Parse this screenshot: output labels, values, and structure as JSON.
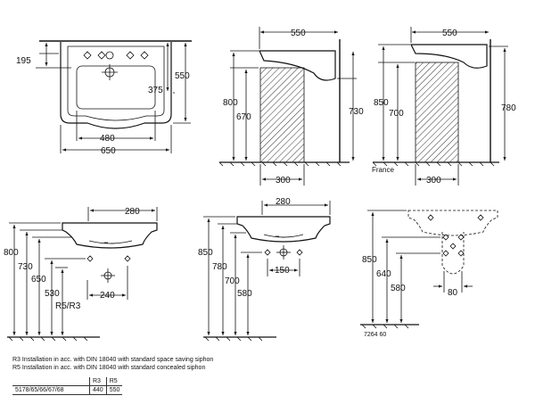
{
  "views": {
    "top": {
      "d_195": "195",
      "d_550": "550",
      "d_375": "375",
      "d_480": "480",
      "d_650": "650"
    },
    "side_a": {
      "d_550": "550",
      "d_800": "800",
      "d_670": "670",
      "d_730": "730",
      "d_300": "300"
    },
    "side_b": {
      "d_550": "550",
      "d_850": "850",
      "d_700": "700",
      "d_780": "780",
      "d_300": "300",
      "country": "France"
    },
    "front_a": {
      "d_280": "280",
      "d_800": "800",
      "d_730": "730",
      "d_650": "650",
      "d_530": "530",
      "d_240": "240",
      "r_label": "R5/R3"
    },
    "front_b": {
      "d_280": "280",
      "d_850": "850",
      "d_780": "780",
      "d_700": "700",
      "d_580": "580",
      "d_150": "150"
    },
    "front_c": {
      "d_850": "850",
      "d_640": "640",
      "d_580": "580",
      "d_80": "80",
      "code": "7264 60"
    }
  },
  "notes": {
    "r3": "R3  Installation in acc. with DIN 18040 with standard space saving siphon",
    "r5": "R5  Installation in acc. with DIN 18040 with standard concealed siphon"
  },
  "table": {
    "headers": [
      "",
      "R3",
      "R5"
    ],
    "rows": [
      [
        "5178/65/66/67/68",
        "440",
        "550"
      ]
    ]
  }
}
